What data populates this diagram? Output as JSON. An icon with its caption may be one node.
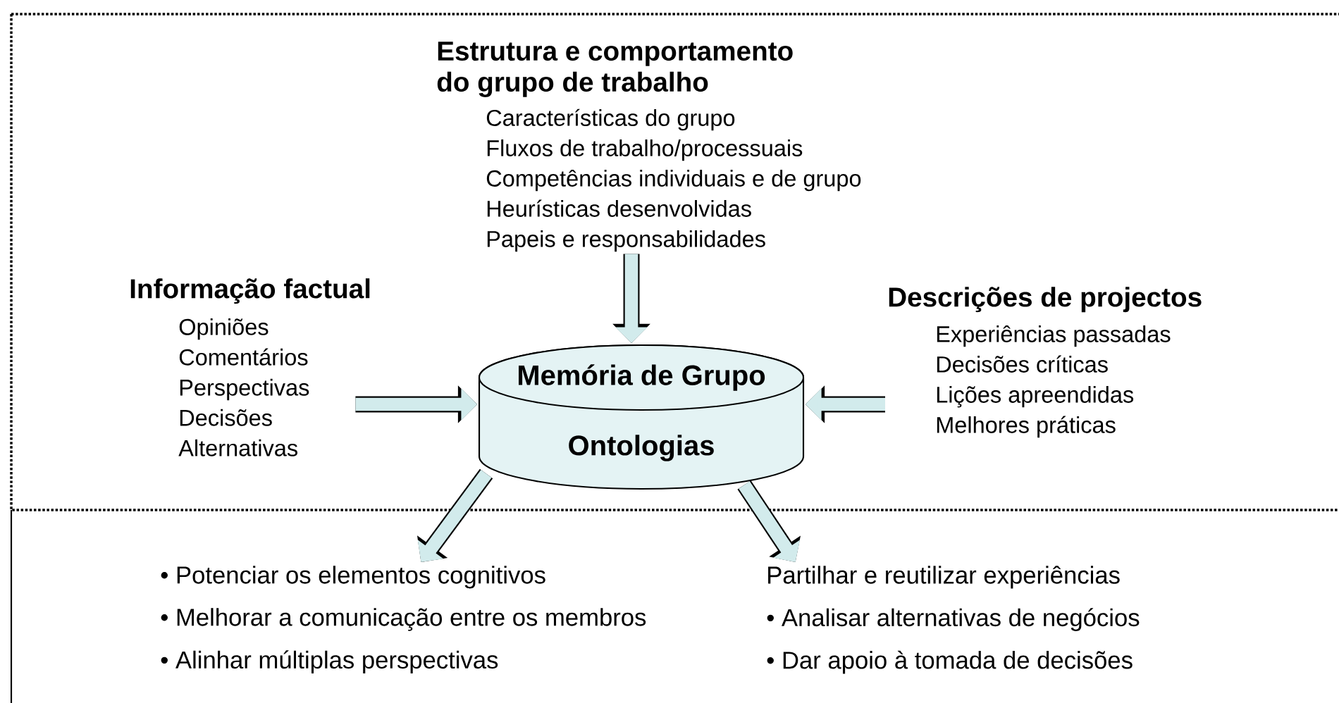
{
  "diagram": {
    "nodes": [
      {
        "text": [
          "Estrutura e comportamento do grupo de trabalho",
          "Características do grupo",
          "Fluxos de trabalho/processuais",
          "Competências individuais e de grupo",
          "Heurísticas desenvolvidas",
          "Papeis e responsabilidades"
        ]
      },
      {
        "text": [
          "Informação factual",
          "Opiniões",
          "Comentários",
          "Perspectivas",
          "Decisões",
          "Alternativas"
        ]
      },
      {
        "text": [
          "Memória de Grupo",
          "Ontologias"
        ]
      },
      {
        "text": [
          "Descrições de projectos",
          "Experiências passadas",
          "Decisões críticas",
          "Lições apreendidas",
          "Melhores práticas"
        ]
      },
      {
        "text": [
          "• Potenciar os elementos cognitivos",
          "• Melhorar a comunicação entre os membros",
          "• Alinhar múltiplas perspectivas"
        ]
      },
      {
        "text": [
          "Partilhar e reutilizar experiências",
          "• Analisar alternativas de negócios",
          "• Dar apoio à tomada de decisões"
        ]
      }
    ],
    "edges": [
      {
        "from": 0,
        "to": 2,
        "arrow": "to"
      },
      {
        "from": 1,
        "to": 2,
        "arrow": "to"
      },
      {
        "from": 3,
        "to": 2,
        "arrow": "to"
      },
      {
        "from": 2,
        "to": 4,
        "arrow": "to"
      },
      {
        "from": 2,
        "to": 5,
        "arrow": "to"
      }
    ]
  }
}
